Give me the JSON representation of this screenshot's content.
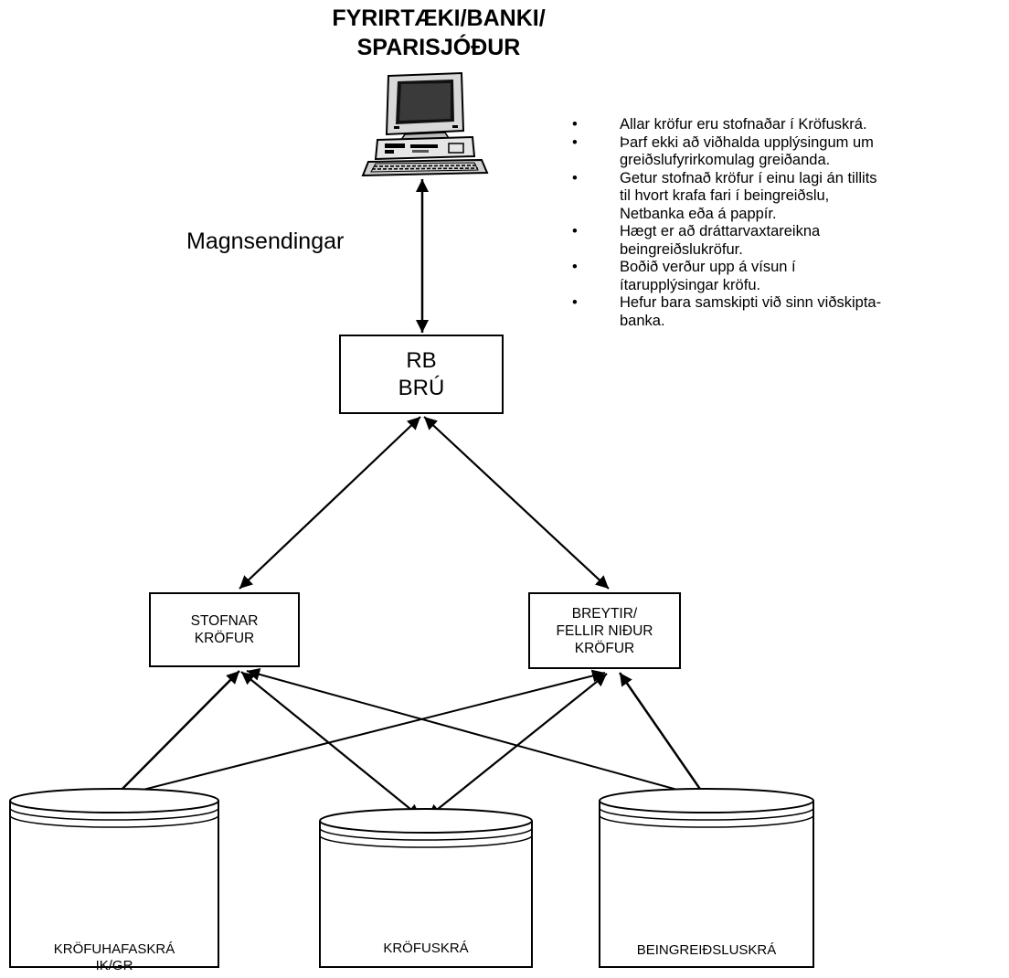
{
  "title": {
    "line1": "FYRIRTÆKI/BANKI/",
    "line2": "SPARISJÓÐUR"
  },
  "icons": {
    "computer": "desktop-computer-icon"
  },
  "edge_label": "Magnsendingar",
  "bullets": [
    "Allar kröfur eru stofnaðar í Kröfuskrá.",
    "Þarf ekki að viðhalda upplýsingum um greiðslufyrirkomulag greiðanda.",
    "Getur stofnað kröfur í einu lagi án tillits til hvort krafa fari í beingreiðslu, Netbanka eða á pappír.",
    "Hægt er að dráttarvaxtareikna beingreiðslukröfur.",
    "Boðið verður upp á vísun í ítarupplýsingar kröfu.",
    "Hefur bara samskipti við sinn viðskipta- banka."
  ],
  "bullet_lines": [
    [
      "Allar kröfur eru stofnaðar í Kröfuskrá."
    ],
    [
      "Þarf ekki að viðhalda upplýsingum um",
      "greiðslufyrirkomulag greiðanda."
    ],
    [
      "Getur stofnað kröfur í einu lagi án tillits",
      "til hvort krafa fari í beingreiðslu,",
      "Netbanka eða á pappír."
    ],
    [
      "Hægt er að dráttarvaxtareikna",
      "beingreiðslukröfur."
    ],
    [
      "Boðið verður upp á vísun í",
      "ítarupplýsingar kröfu."
    ],
    [
      "Hefur bara samskipti við sinn viðskipta-",
      "banka."
    ]
  ],
  "bullet_char": "•",
  "nodes": {
    "rb_bru": {
      "line1": "RB",
      "line2": "BRÚ"
    },
    "stofnar": {
      "line1": "STOFNAR",
      "line2": "KRÖFUR"
    },
    "breytir": {
      "line1": "BREYTIR/",
      "line2": "FELLIR NIÐUR",
      "line3": "KRÖFUR"
    }
  },
  "databases": {
    "krofuhafaskra": {
      "line1": "KRÖFUHAFASKRÁ",
      "line2": "IK/GR"
    },
    "krofuskra": {
      "line1": "KRÖFUSKRÁ"
    },
    "beingreidsluskra": {
      "line1": "BEINGREIÐSLUSKRÁ"
    }
  }
}
